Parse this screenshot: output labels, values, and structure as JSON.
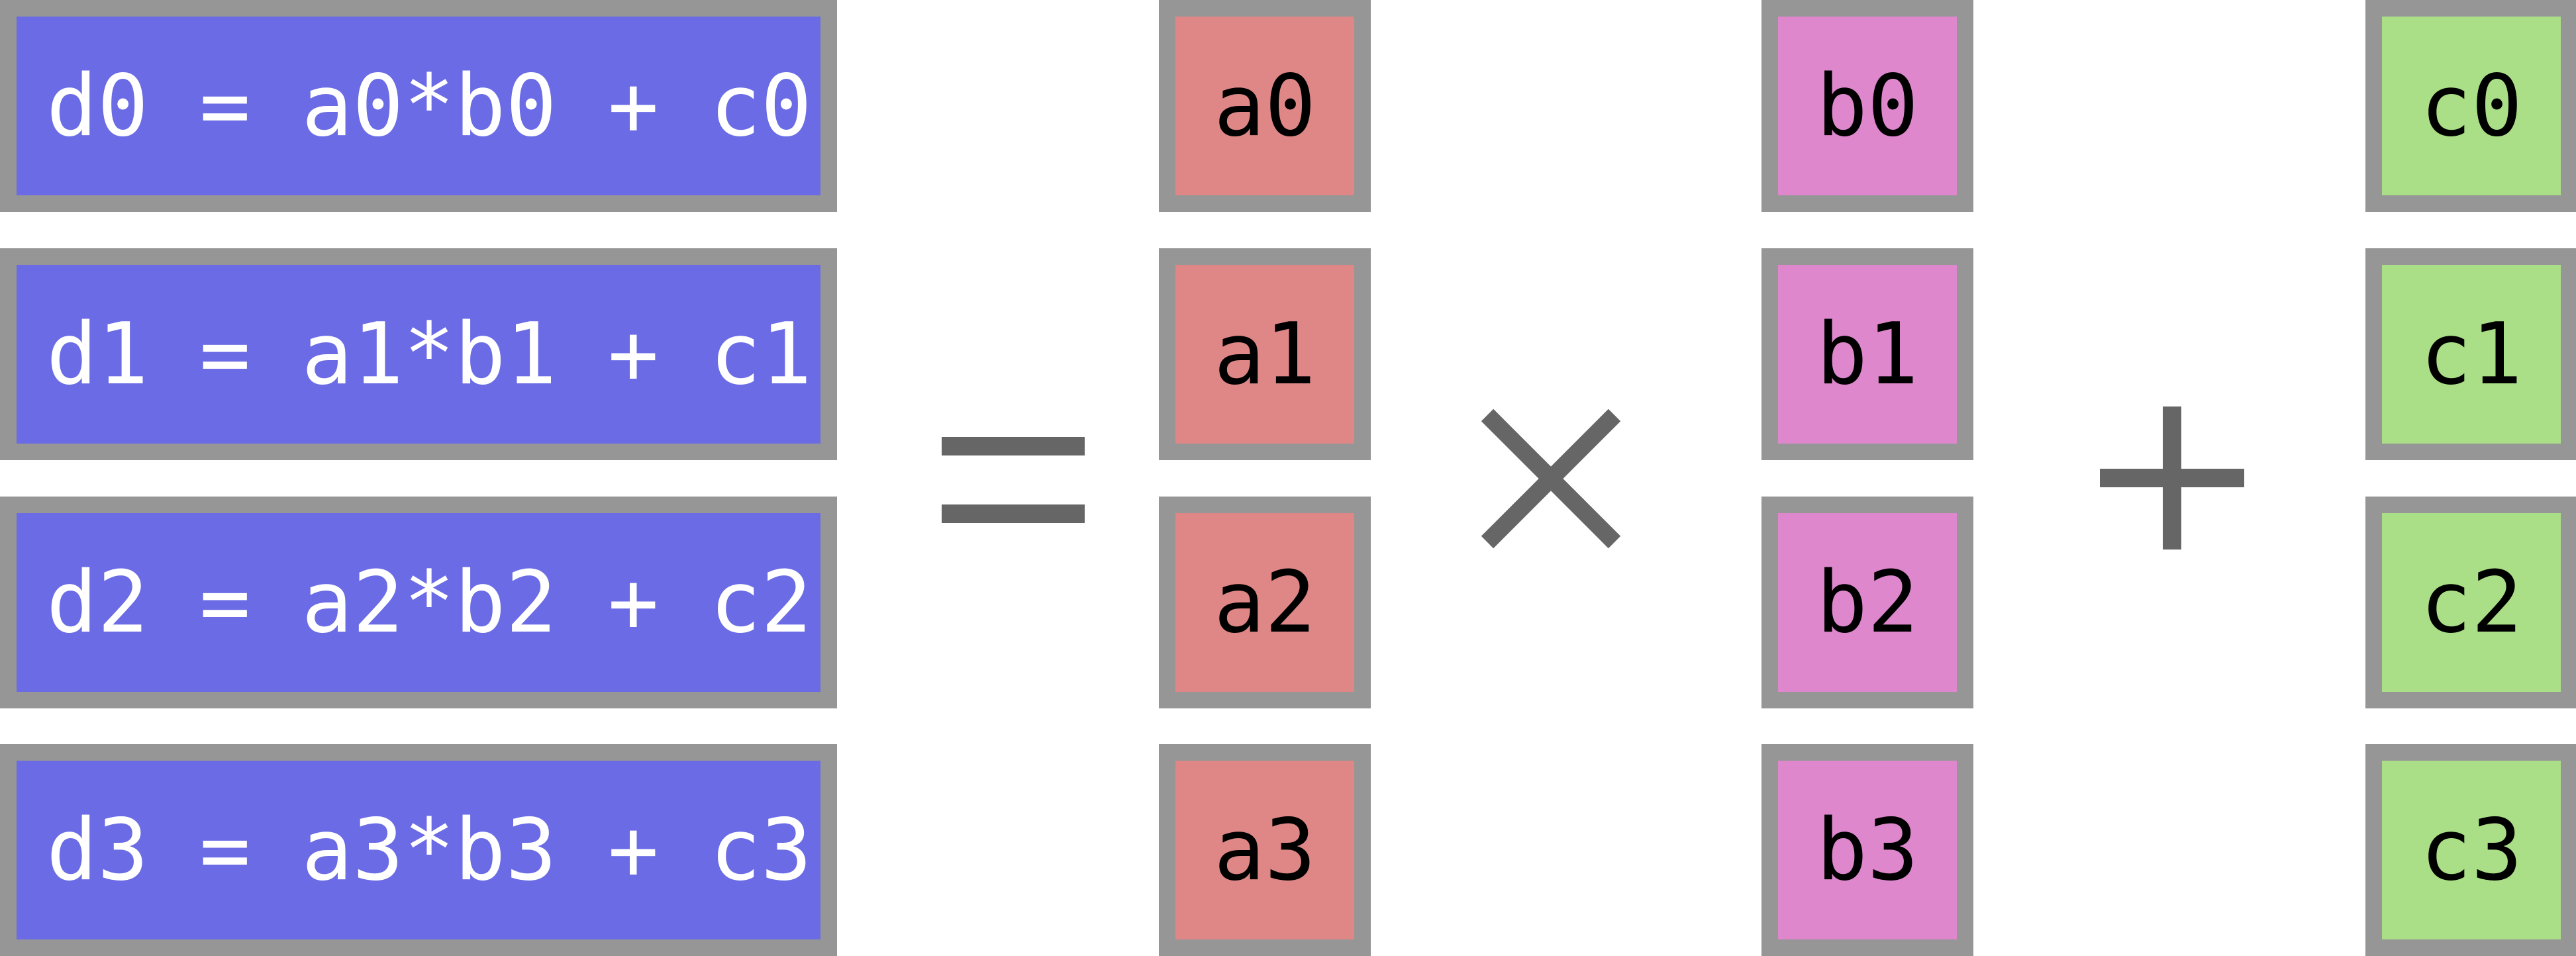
{
  "diagram": {
    "equations": [
      {
        "text": "d0 = a0*b0 + c0"
      },
      {
        "text": "d1 = a1*b1 + c1"
      },
      {
        "text": "d2 = a2*b2 + c2"
      },
      {
        "text": "d3 = a3*b3 + c3"
      }
    ],
    "vector_a": [
      "a0",
      "a1",
      "a2",
      "a3"
    ],
    "vector_b": [
      "b0",
      "b1",
      "b2",
      "b3"
    ],
    "vector_c": [
      "c0",
      "c1",
      "c2",
      "c3"
    ],
    "operators": {
      "equals": "equals-sign-icon",
      "times": "multiply-icon",
      "plus": "plus-icon"
    },
    "colors": {
      "result": "#6a6be5",
      "a": "#de8786",
      "b": "#de87cd",
      "c": "#abdf87",
      "border": "#969696",
      "operator": "#666666"
    }
  }
}
